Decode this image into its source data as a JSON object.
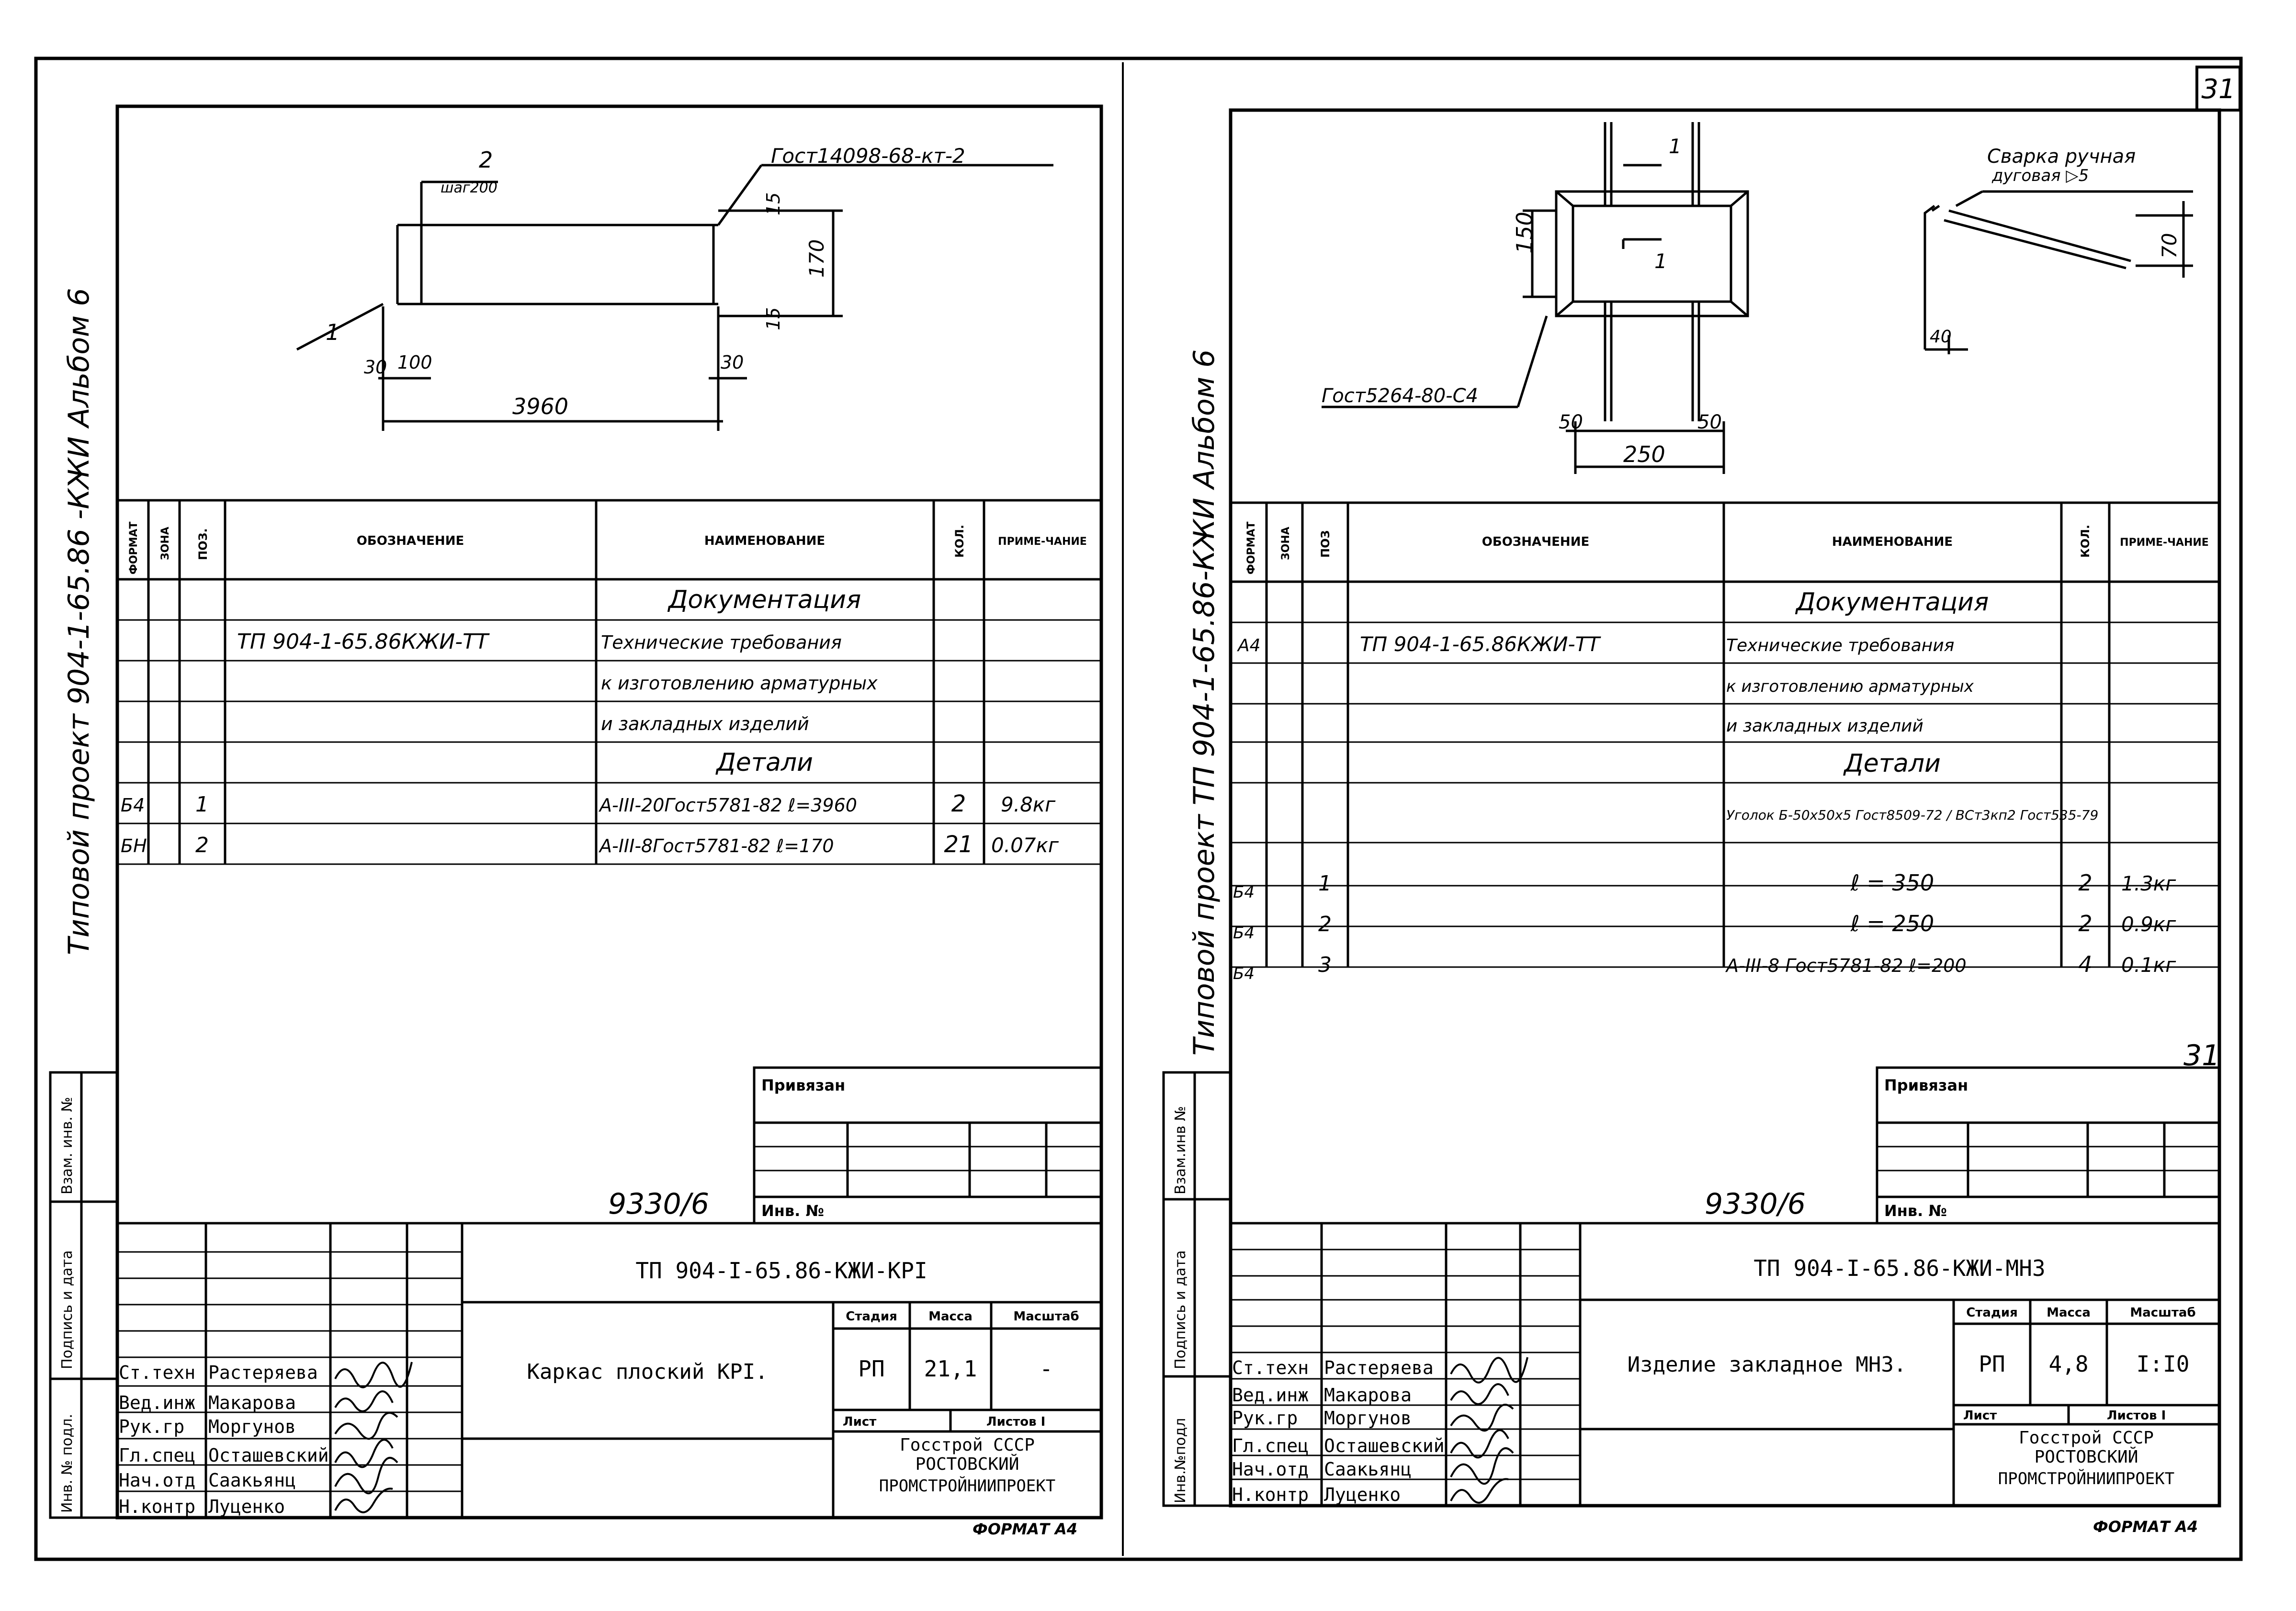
{
  "page_number": "31",
  "page_number_small": "31",
  "side_labels": {
    "left_title": "Типовой проект 904-1-65.86 -КЖИ Альбом 6",
    "right_title": "Типовой проект ТП 904-1-65.86-КЖИ Альбом 6",
    "strip": [
      "Инв. № подл.",
      "Подпись и дата",
      "Взам. инв. №"
    ],
    "strip_right": [
      "Инв.№подл",
      "Подпись и дата",
      "Взам.инв №"
    ]
  },
  "left_sheet": {
    "drawing": {
      "gost_label": "Гост14098-68-кт-2",
      "pos2": "2",
      "step": "шаг200",
      "pos1": "1",
      "dim_15_top": "15",
      "dim_170": "170",
      "dim_15_bottom": "15",
      "dim_30_left": "30",
      "dim_100": "100",
      "dim_30_right": "30",
      "dim_3960": "3960"
    },
    "table_headers": [
      "ФОРМАТ",
      "ЗОНА",
      "ПОЗ.",
      "ОБОЗНАЧЕНИЕ",
      "НАИМЕНОВАНИЕ",
      "КОЛ.",
      "ПРИМЕ-ЧАНИЕ"
    ],
    "rows": [
      {
        "fmt": "",
        "zone": "",
        "pos": "",
        "code": "",
        "name": "Документация",
        "qty": "",
        "note": ""
      },
      {
        "fmt": "",
        "zone": "",
        "pos": "",
        "code": "ТП 904-1-65.86КЖИ-ТТ",
        "name": "Технические требования",
        "qty": "",
        "note": ""
      },
      {
        "fmt": "",
        "zone": "",
        "pos": "",
        "code": "",
        "name": "к изготовлению арматурных",
        "qty": "",
        "note": ""
      },
      {
        "fmt": "",
        "zone": "",
        "pos": "",
        "code": "",
        "name": "и закладных изделий",
        "qty": "",
        "note": ""
      },
      {
        "fmt": "",
        "zone": "",
        "pos": "",
        "code": "",
        "name": "Детали",
        "qty": "",
        "note": ""
      },
      {
        "fmt": "Б4",
        "zone": "",
        "pos": "1",
        "code": "",
        "name": "А-III-20Гост5781-82 ℓ=3960",
        "qty": "2",
        "note": "9.8кг"
      },
      {
        "fmt": "БН",
        "zone": "",
        "pos": "2",
        "code": "",
        "name": "А-III-8Гост5781-82 ℓ=170",
        "qty": "21",
        "note": "0.07кг"
      }
    ],
    "privyazan": "Привязан",
    "inv_label": "Инв. №",
    "inv_number": "9330/6",
    "doc_code": "ТП 904-I-65.86-КЖИ-КРI",
    "product_name": "Каркас плоский КРI.",
    "stage_label": "Стадия",
    "mass_label": "Масса",
    "scale_label": "Масштаб",
    "stage": "РП",
    "mass": "21,1",
    "scale": "-",
    "sheet_label": "Лист",
    "sheets_label": "Листов I",
    "org": [
      "Госстрой СССР",
      "РОСТОВСКИЙ",
      "ПРОМСТРОЙНИИПРОЕКТ"
    ],
    "roles": [
      "Ст.техн",
      "Вед.инж",
      "Рук.гр",
      "Гл.спец",
      "Нач.отд",
      "Н.контр"
    ],
    "names": [
      "Растеряева",
      "Макарова",
      "Моргунов",
      "Осташевский",
      "Саакьянц",
      "Луценко"
    ],
    "format": "ФОРМАТ А4"
  },
  "right_sheet": {
    "drawing": {
      "dim_150": "150",
      "section_mark_top": "1",
      "section_mark_bottom": "1",
      "gost_label": "Гост5264-80-С4",
      "dim_50_left": "50",
      "dim_50_right": "50",
      "dim_250": "250",
      "weld_label_1": "Сварка ручная",
      "weld_label_2": "дуговая ▷5",
      "dim_70": "70",
      "dim_40": "40"
    },
    "table_headers": [
      "ФОРМАТ",
      "ЗОНА",
      "ПОЗ",
      "ОБОЗНАЧЕНИЕ",
      "НАИМЕНОВАНИЕ",
      "КОЛ.",
      "ПРИМЕ-ЧАНИЕ"
    ],
    "rows": [
      {
        "fmt": "",
        "zone": "",
        "pos": "",
        "code": "",
        "name": "Документация",
        "qty": "",
        "note": ""
      },
      {
        "fmt": "А4",
        "zone": "",
        "pos": "",
        "code": "ТП 904-1-65.86КЖИ-ТТ",
        "name": "Технические требования",
        "qty": "",
        "note": ""
      },
      {
        "fmt": "",
        "zone": "",
        "pos": "",
        "code": "",
        "name": "к изготовлению арматурных",
        "qty": "",
        "note": ""
      },
      {
        "fmt": "",
        "zone": "",
        "pos": "",
        "code": "",
        "name": "и закладных изделий",
        "qty": "",
        "note": ""
      },
      {
        "fmt": "",
        "zone": "",
        "pos": "",
        "code": "",
        "name": "Детали",
        "qty": "",
        "note": ""
      },
      {
        "fmt": "",
        "zone": "",
        "pos": "",
        "code": "",
        "name": "Уголок Б-50х50х5 Гост8509-72 / ВСт3кп2 Гост535-79",
        "qty": "",
        "note": ""
      },
      {
        "fmt": "Б4",
        "zone": "",
        "pos": "1",
        "code": "",
        "name": "ℓ = 350",
        "qty": "2",
        "note": "1.3кг"
      },
      {
        "fmt": "Б4",
        "zone": "",
        "pos": "2",
        "code": "",
        "name": "ℓ = 250",
        "qty": "2",
        "note": "0.9кг"
      },
      {
        "fmt": "Б4",
        "zone": "",
        "pos": "3",
        "code": "",
        "name": "А-III-8 Гост5781-82 ℓ=200",
        "qty": "4",
        "note": "0.1кг"
      }
    ],
    "privyazan": "Привязан",
    "inv_label": "Инв. №",
    "inv_number": "9330/6",
    "doc_code": "ТП 904-I-65.86-КЖИ-МН3",
    "product_name": "Изделие закладное МН3.",
    "stage_label": "Стадия",
    "mass_label": "Масса",
    "scale_label": "Масштаб",
    "stage": "РП",
    "mass": "4,8",
    "scale": "I:I0",
    "sheet_label": "Лист",
    "sheets_label": "Листов I",
    "org": [
      "Госстрой СССР",
      "РОСТОВСКИЙ",
      "ПРОМСТРОЙНИИПРОЕКТ"
    ],
    "roles": [
      "Ст.техн",
      "Вед.инж",
      "Рук.гр",
      "Гл.спец",
      "Нач.отд",
      "Н.контр"
    ],
    "names": [
      "Растеряева",
      "Макарова",
      "Моргунов",
      "Осташевский",
      "Саакьянц",
      "Луценко"
    ],
    "format": "ФОРМАТ А4"
  }
}
